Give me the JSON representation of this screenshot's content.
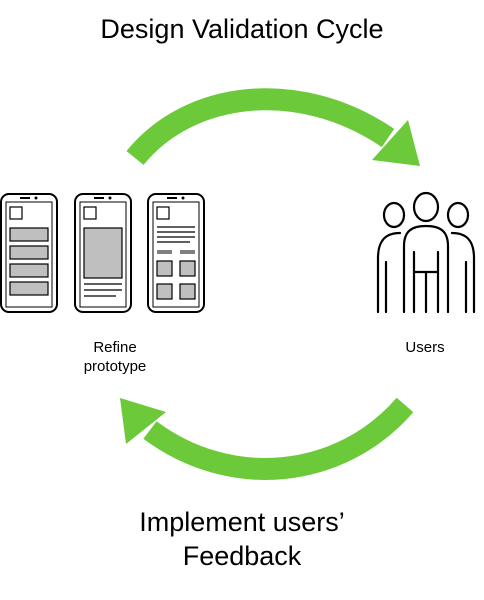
{
  "diagram": {
    "title": "Design Validation Cycle",
    "left_node": {
      "label": "Refine\nprototype",
      "icon": "mobile-wireframes-icon"
    },
    "right_node": {
      "label": "Users",
      "icon": "users-group-icon"
    },
    "footer": {
      "line1": "Implement users’",
      "line2": "Feedback"
    },
    "colors": {
      "arrow": "#6cc93a",
      "outline": "#000000",
      "wireframe_fill": "#bfbfbf",
      "background": "#ffffff"
    }
  }
}
